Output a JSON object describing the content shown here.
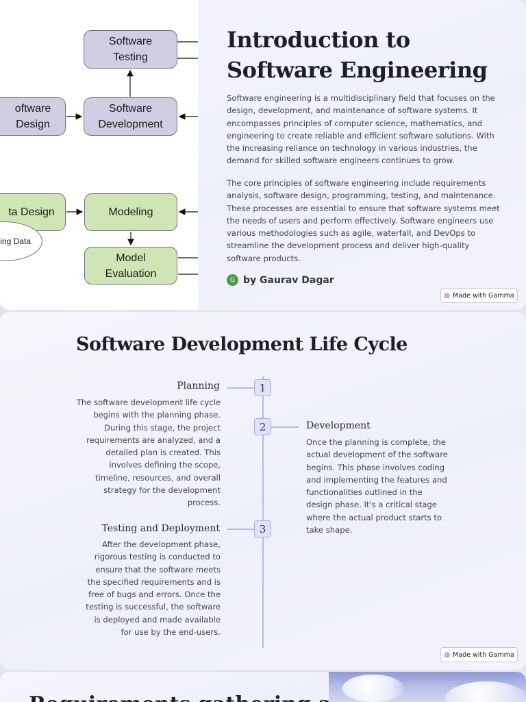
{
  "slide1": {
    "diagram": {
      "testing": "Software\nTesting",
      "design": "oftware\nDesign",
      "development": "Software\nDevelopment",
      "data_design": "ta Design",
      "modeling": "Modeling",
      "evaluation": "Model\nEvaluation",
      "ellipse": "ing Data"
    },
    "title": "Introduction to Software Engineering",
    "paragraphs": [
      "Software engineering is a multidisciplinary field that focuses on the design, development, and maintenance of software systems. It encompasses principles of computer science, mathematics, and engineering to create reliable and efficient software solutions. With the increasing reliance on technology in various industries, the demand for skilled software engineers continues to grow.",
      "The core principles of software engineering include requirements analysis, software design, programming, testing, and maintenance. These processes are essential to ensure that software systems meet the needs of users and perform effectively. Software engineers use various methodologies such as agile, waterfall, and DevOps to streamline the development process and deliver high-quality software products."
    ],
    "author": {
      "avatar_letter": "G",
      "label": "by Gaurav Dagar"
    },
    "badge": "Made with Gamma"
  },
  "slide2": {
    "title": "Software Development Life Cycle",
    "steps": [
      {
        "number": "1",
        "title": "Planning",
        "text": "The software development life cycle begins with the planning phase. During this stage, the project requirements are analyzed, and a detailed plan is created. This involves defining the scope, timeline, resources, and overall strategy for the development process."
      },
      {
        "number": "2",
        "title": "Development",
        "text": "Once the planning is complete, the actual development of the software begins. This phase involves coding and implementing the features and functionalities outlined in the design phase. It's a critical stage where the actual product starts to take shape."
      },
      {
        "number": "3",
        "title": "Testing and Deployment",
        "text": "After the development phase, rigorous testing is conducted to ensure that the software meets the specified requirements and is free of bugs and errors. Once the testing is successful, the software is deployed and made available for use by the end-users."
      }
    ],
    "badge": "Made with Gamma"
  },
  "slide3": {
    "title_partial": "Requirements gathering and"
  }
}
